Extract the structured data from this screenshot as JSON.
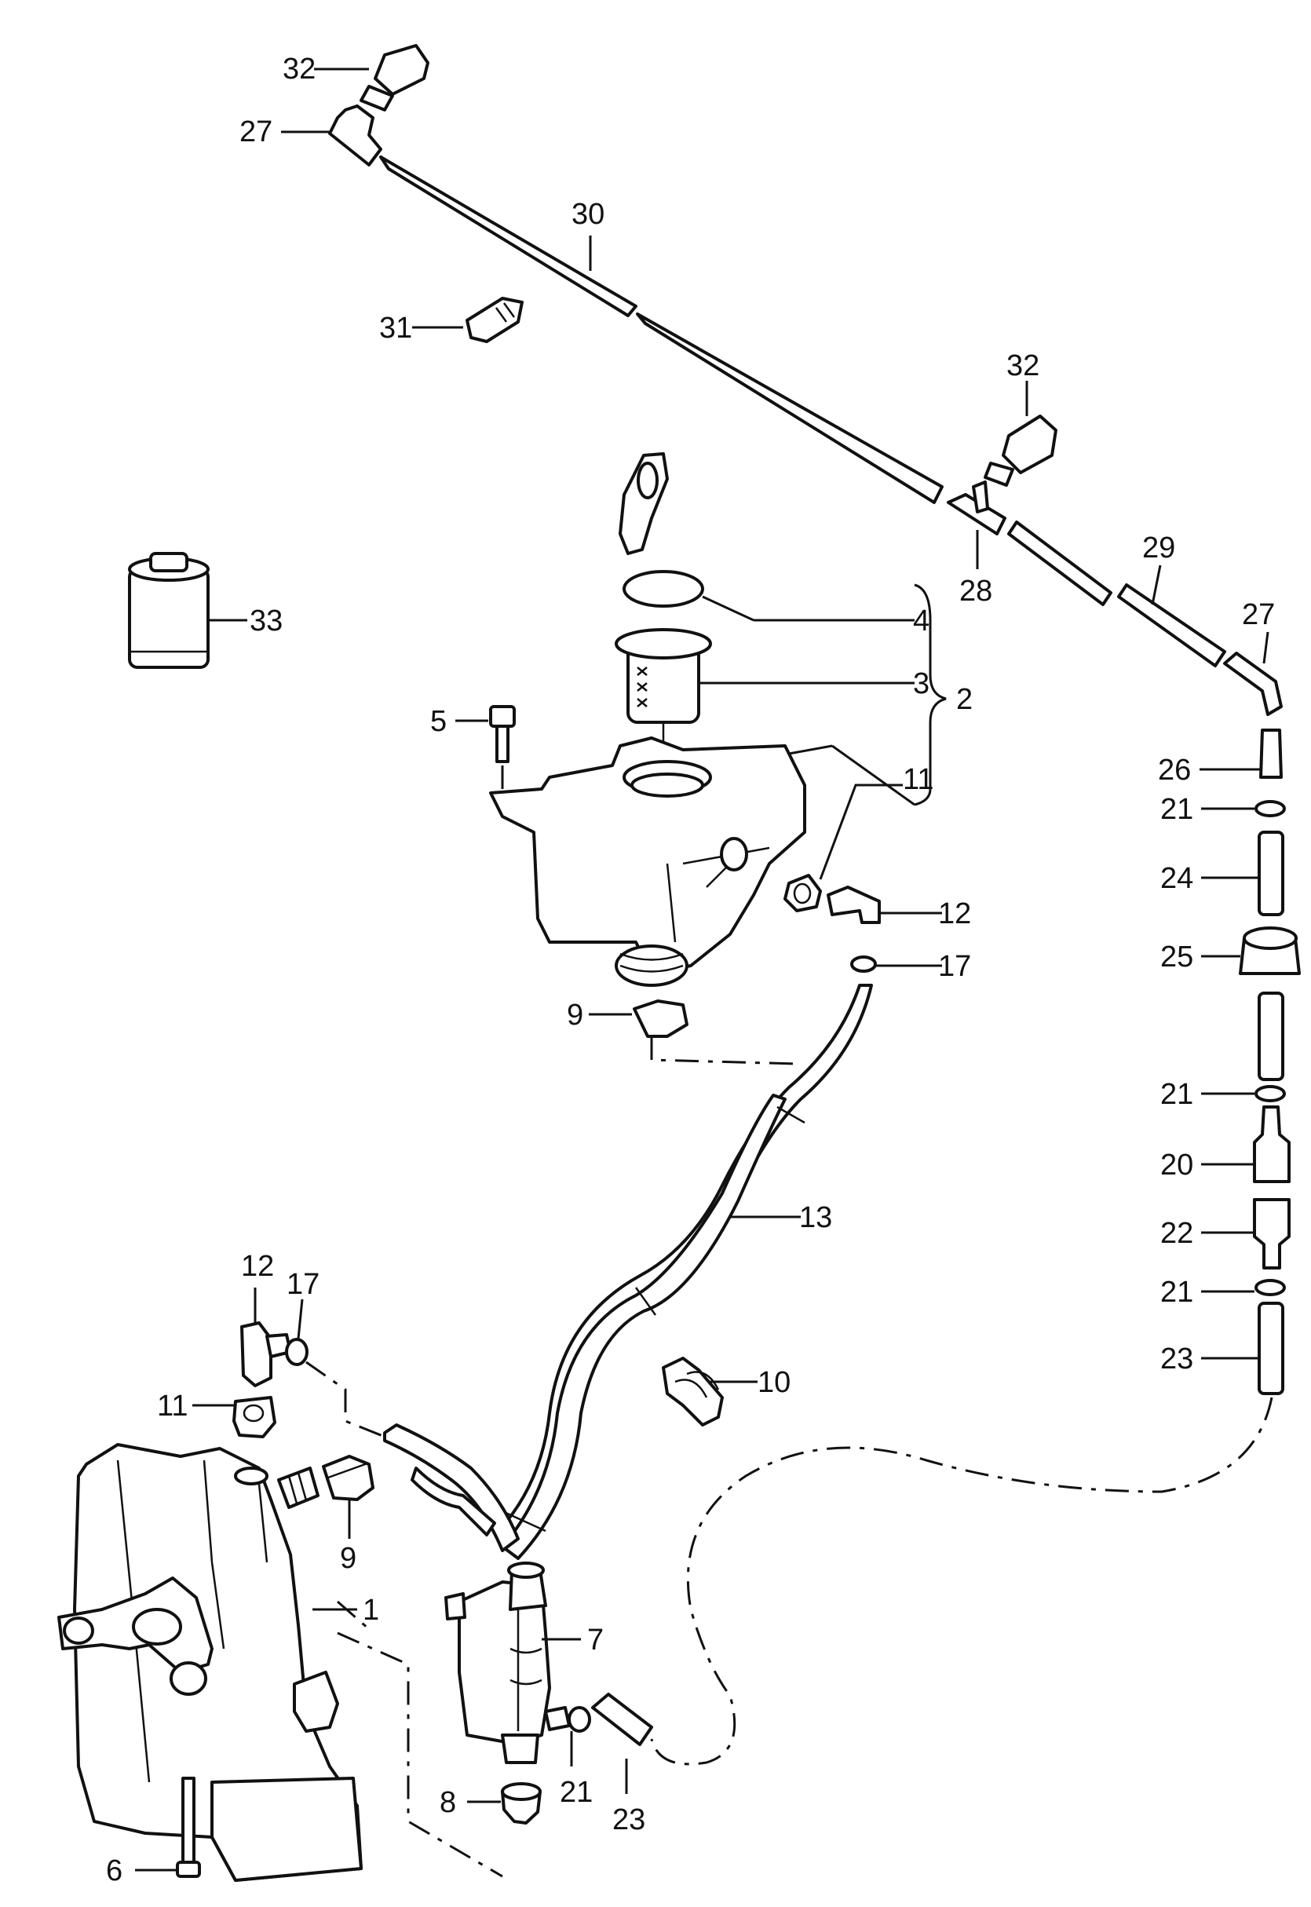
{
  "labels": {
    "p1": "1",
    "p2": "2",
    "p3": "3",
    "p4": "4",
    "p5": "5",
    "p6": "6",
    "p7": "7",
    "p8": "8",
    "p9a": "9",
    "p9b": "9",
    "p10": "10",
    "p11a": "11",
    "p11b": "11",
    "p12a": "12",
    "p12b": "12",
    "p13": "13",
    "p17a": "17",
    "p17b": "17",
    "p20": "20",
    "p21a": "21",
    "p21b": "21",
    "p21c": "21",
    "p21d": "21",
    "p22": "22",
    "p23a": "23",
    "p23b": "23",
    "p24": "24",
    "p25": "25",
    "p26": "26",
    "p27a": "27",
    "p27b": "27",
    "p28": "28",
    "p29": "29",
    "p30": "30",
    "p31": "31",
    "p32a": "32",
    "p32b": "32",
    "p33": "33"
  }
}
